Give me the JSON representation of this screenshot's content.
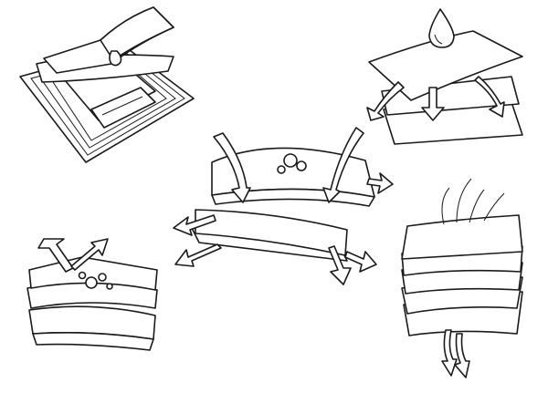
{
  "diagram": {
    "panels": [
      {
        "id": "top-left",
        "caption": ""
      },
      {
        "id": "top-right",
        "caption": ""
      },
      {
        "id": "center",
        "caption": ""
      },
      {
        "id": "bottom-left",
        "caption": ""
      },
      {
        "id": "bottom-right",
        "caption": ""
      }
    ],
    "colors": {
      "ink": "#1a1a1a",
      "paper": "#ffffff",
      "dot_fill": "#2a2a2a",
      "speckle": "#9a9a9a"
    },
    "icons": [
      "water-drop-icon",
      "arrow-icon",
      "bubble-icon"
    ]
  }
}
